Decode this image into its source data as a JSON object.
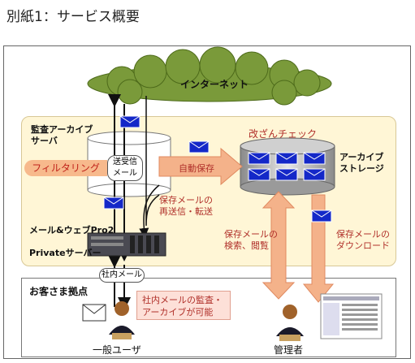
{
  "title": "別紙1：サービス概要",
  "internet": "インターネット",
  "archive_server": "監査アーカイブ\nサーバ",
  "send_receive_mail": "送受信\nメール",
  "filtering": "フィルタリング",
  "auto_save": "自動保存",
  "tamper_check": "改ざんチェック",
  "archive_storage": "アーカイブ\nストレージ",
  "resend_transfer": "保存メールの\n再送信・転送",
  "mail_web_server": "メール&ウェブPro2\nPrivateサーバー",
  "search_browse": "保存メールの\n検索、閲覧",
  "download": "保存メールの\nダウンロード",
  "internal_mail": "社内メール",
  "customer_site": "お客さま拠点",
  "audit_note": "社内メールの監査・\nアーカイブが可能",
  "general_user": "一般ユーザ",
  "administrator": "管理者"
}
